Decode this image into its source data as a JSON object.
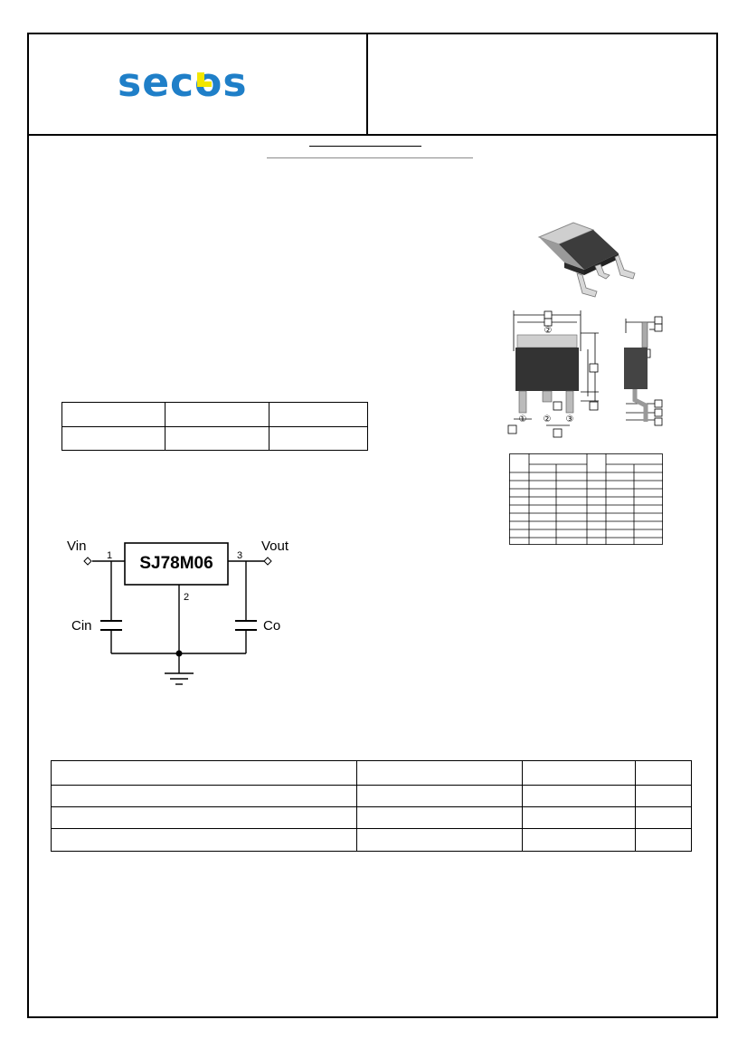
{
  "header": {
    "brand": "secos",
    "brand_colors": {
      "letters": "#1f7fc8",
      "accent": "#f2e600"
    }
  },
  "circuit": {
    "ic_label": "SJ78M06",
    "vin_label": "Vin",
    "vout_label": "Vout",
    "cin_label": "Cin",
    "co_label": "Co",
    "pin1": "1",
    "pin2": "2",
    "pin3": "3"
  },
  "package_drawing": {
    "pin_markers": [
      "①",
      "②",
      "③"
    ],
    "top_marker": "②"
  }
}
